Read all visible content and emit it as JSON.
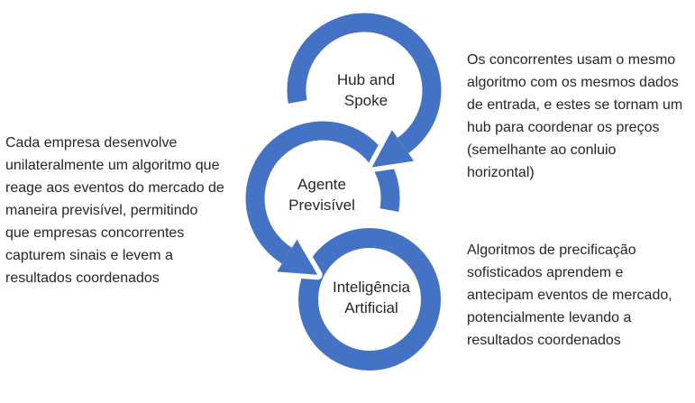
{
  "diagram": {
    "background": "#ffffff",
    "arrow_color": "#4472C4",
    "text_color": "#262626",
    "type": "cycle-arrow-chain",
    "nodes": [
      {
        "id": "hub-and-spoke",
        "label": [
          "Hub and",
          "Spoke"
        ]
      },
      {
        "id": "agente-previsivel",
        "label": [
          "Agente",
          "Previsível"
        ]
      },
      {
        "id": "inteligencia-artificial",
        "label": [
          "Inteligência",
          "Artificial"
        ]
      }
    ],
    "annotations": [
      {
        "id": "left",
        "refers_to": "agente-previsivel",
        "lines": [
          "Cada empresa desenvolve",
          "unilateralmente um algoritmo que",
          "reage aos eventos do mercado de",
          "maneira previsível, permitindo",
          "que empresas concorrentes",
          "capturem sinais e levem a",
          "resultados coordenados"
        ]
      },
      {
        "id": "top-right",
        "refers_to": "hub-and-spoke",
        "lines": [
          "Os concorrentes usam o mesmo",
          "algoritmo com os mesmos dados",
          "de entrada, e estes se tornam um",
          "hub para coordenar os preços",
          "(semelhante ao conluio",
          "horizontal)"
        ]
      },
      {
        "id": "bottom-right",
        "refers_to": "inteligencia-artificial",
        "lines": [
          "Algoritmos de precificação",
          "sofisticados aprendem e",
          "antecipam eventos de mercado,",
          "potencialmente levando a",
          "resultados coordenados"
        ]
      }
    ]
  }
}
